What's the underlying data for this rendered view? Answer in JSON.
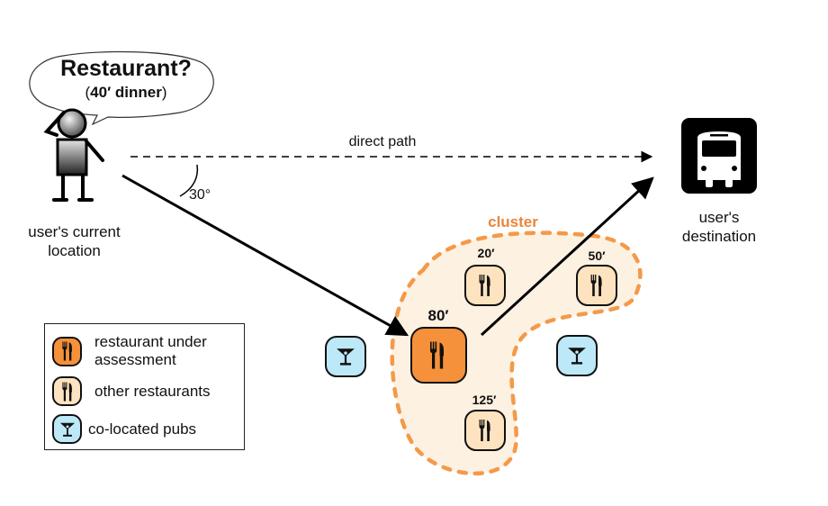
{
  "speech_bubble": {
    "question": "Restaurant?",
    "detail_open": "(",
    "detail_bold": "40′ dinner",
    "detail_close": ")"
  },
  "user": {
    "label_line1": "user's current",
    "label_line2": "location"
  },
  "destination": {
    "icon": "bus-icon",
    "label_line1": "user's",
    "label_line2": "destination"
  },
  "paths": {
    "direct_label": "direct path",
    "angle_label": "30°"
  },
  "cluster": {
    "label": "cluster",
    "restaurants": [
      {
        "id": "under-assessment",
        "time": "80′",
        "kind": "assessed"
      },
      {
        "id": "r20",
        "time": "20′",
        "kind": "other"
      },
      {
        "id": "r50",
        "time": "50′",
        "kind": "other"
      },
      {
        "id": "r125",
        "time": "125′",
        "kind": "other"
      }
    ]
  },
  "pubs": [
    {
      "id": "pub-left",
      "icon": "cocktail-icon"
    },
    {
      "id": "pub-right",
      "icon": "cocktail-icon"
    }
  ],
  "legend": {
    "items": [
      {
        "icon": "fork-knife-icon",
        "label_line1": "restaurant under",
        "label_line2": "assessment"
      },
      {
        "icon": "fork-knife-icon",
        "label_line1": "other restaurants"
      },
      {
        "icon": "cocktail-icon",
        "label_line1": "co-located pubs"
      }
    ]
  },
  "colors": {
    "assessed_fill": "#f5913a",
    "other_fill": "#fde3bf",
    "pub_fill": "#bde8f8",
    "cluster_fill": "#fdf1e1",
    "cluster_stroke": "#f39a4a",
    "cluster_label": "#e8863a"
  }
}
